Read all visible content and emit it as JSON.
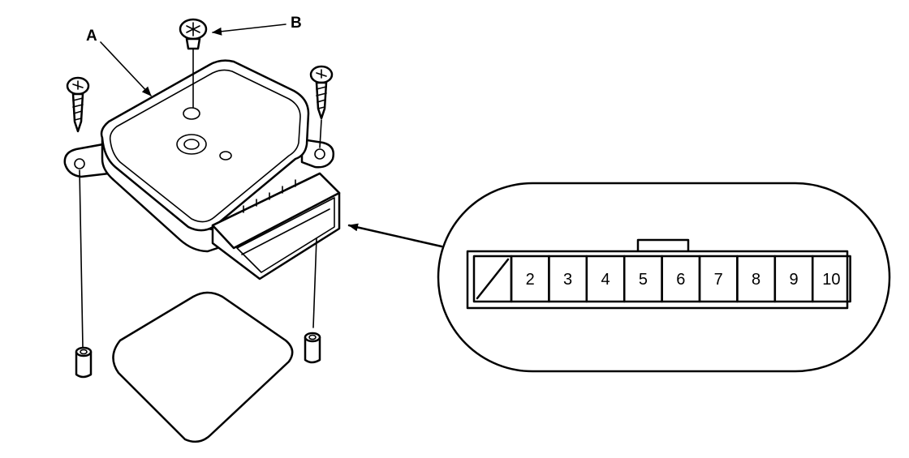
{
  "callouts": {
    "a": "A",
    "b": "B"
  },
  "connector": {
    "pins": [
      "2",
      "3",
      "4",
      "5",
      "6",
      "7",
      "8",
      "9",
      "10"
    ]
  }
}
